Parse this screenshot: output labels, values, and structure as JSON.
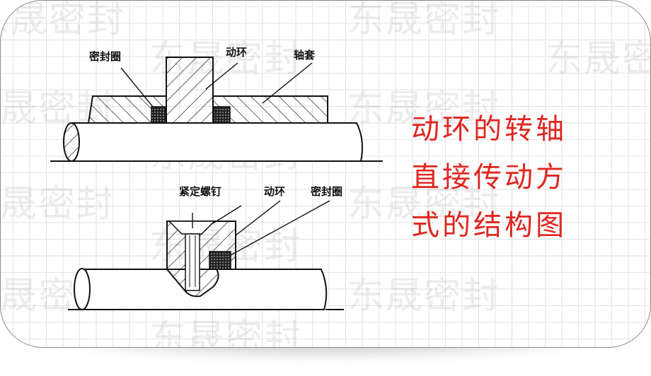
{
  "watermark": {
    "text": "东晟密封",
    "color": "#aaaaaa"
  },
  "diagram_top": {
    "labels": {
      "seal_ring": "密封圈",
      "moving_ring": "动环",
      "shaft_sleeve": "轴套"
    }
  },
  "diagram_bottom": {
    "labels": {
      "set_screw": "紧定螺钉",
      "moving_ring": "动环",
      "seal_ring": "密封圈"
    }
  },
  "caption": {
    "lines": [
      "动环的转轴",
      "直接传动方",
      "式的结构图"
    ],
    "color": "#e0261f"
  }
}
